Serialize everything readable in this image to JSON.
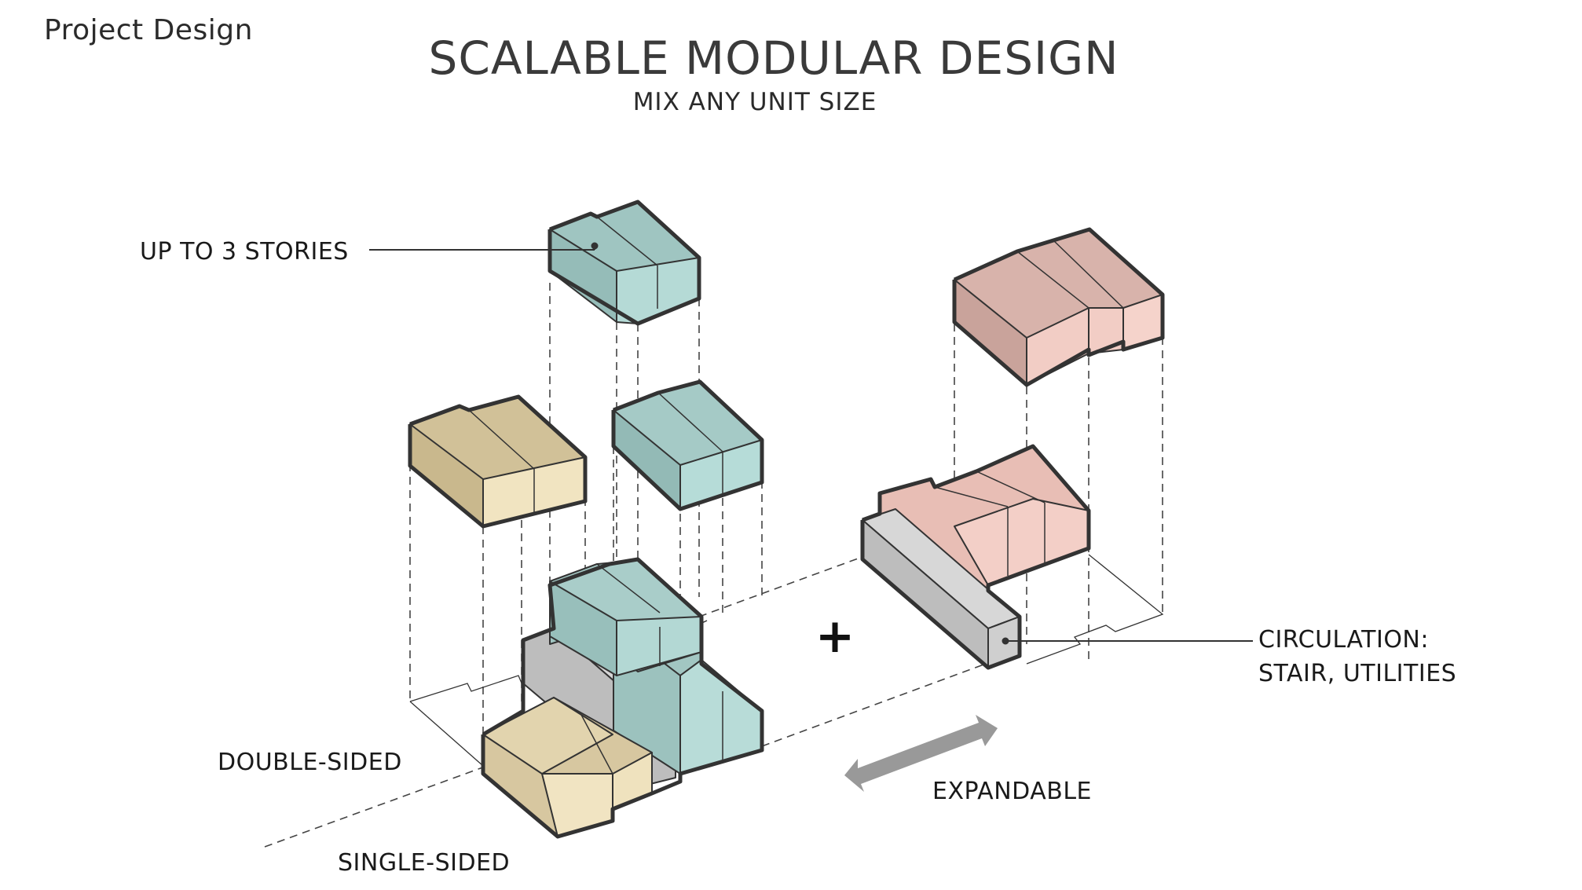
{
  "header": {
    "section_label": "Project Design",
    "title": "SCALABLE MODULAR DESIGN",
    "subtitle": "MIX ANY UNIT SIZE"
  },
  "labels": {
    "stories": "UP TO 3 STORIES",
    "double_sided": "DOUBLE-SIDED",
    "single_sided": "SINGLE-SIDED",
    "expandable": "EXPANDABLE",
    "circulation_line1": "CIRCULATION:",
    "circulation_line2": "STAIR, UTILITIES",
    "plus": "+"
  },
  "colors": {
    "teal": "#a6cbc7",
    "tan": "#e6d7ae",
    "pink": "#e8bcb4",
    "grey": "#c9c9c9",
    "outline": "#333333"
  }
}
